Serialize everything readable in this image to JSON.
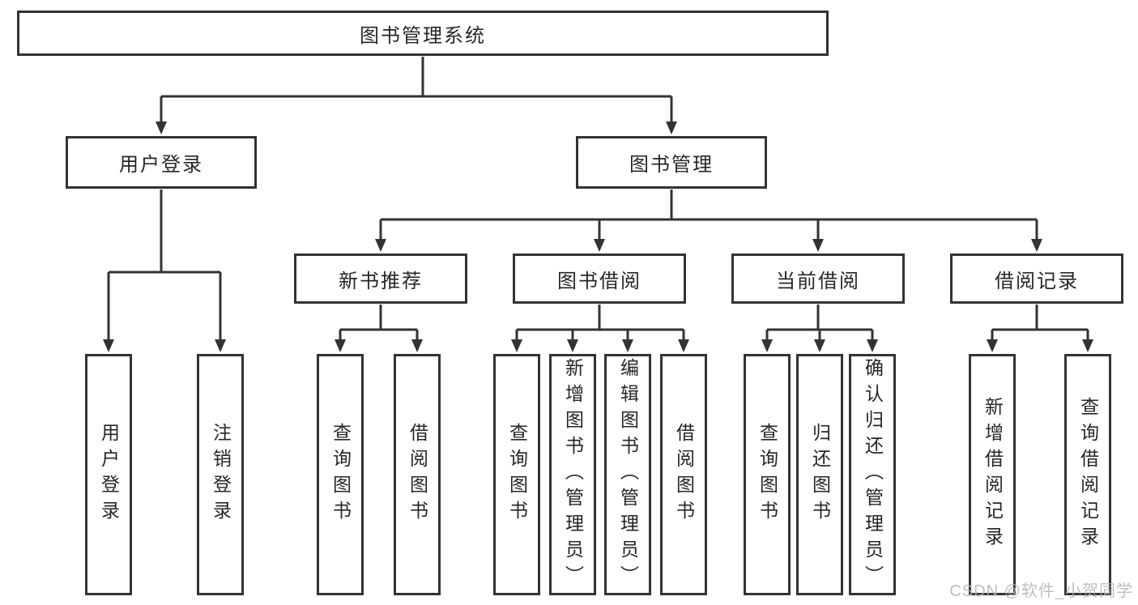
{
  "root_label": "图书管理系统",
  "level2": {
    "user_login": "用户登录",
    "book_mgmt": "图书管理"
  },
  "level3": {
    "new_books": "新书推荐",
    "borrow": "图书借阅",
    "current": "当前借阅",
    "records": "借阅记录"
  },
  "leaves": {
    "g1": [
      "用户登录",
      "注销登录"
    ],
    "g2": [
      "查询图书",
      "借阅图书"
    ],
    "g3": [
      "查询图书",
      "新增图书（管理员）",
      "编辑图书（管理员）",
      "借阅图书"
    ],
    "g4": [
      "查询图书",
      "归还图书",
      "确认归还（管理员）"
    ],
    "g5": [
      "新增借阅记录",
      "查询借阅记录"
    ]
  },
  "watermark": "CSDN @软件_小贺同学",
  "colors": {
    "line": "#333333",
    "text": "#26262a",
    "background": "#ffffff",
    "watermark": "#b3b3b3"
  }
}
